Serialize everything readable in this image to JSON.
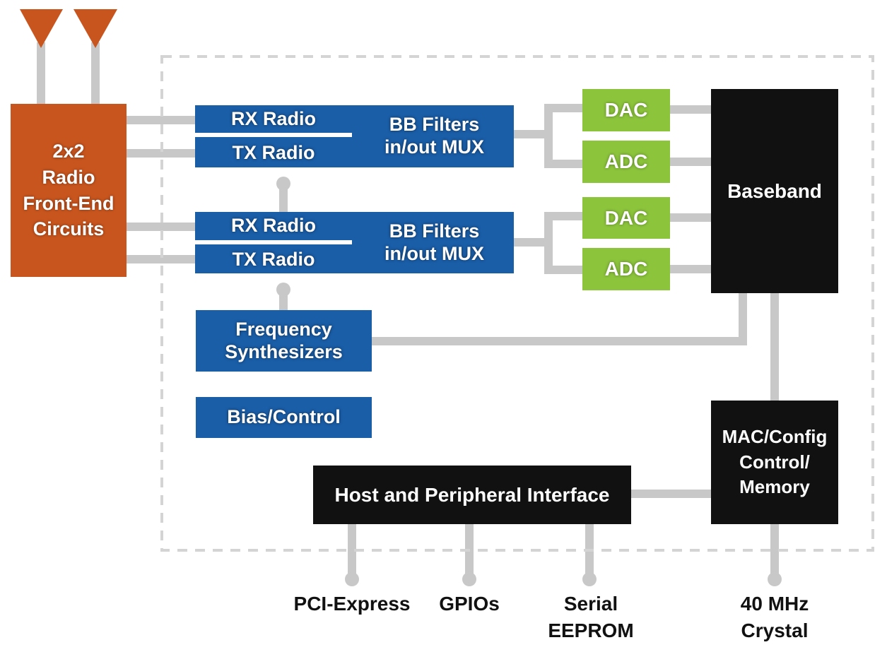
{
  "colors": {
    "front_end": "#c9551e",
    "radio_blocks": "#1a5ea8",
    "converters": "#8cc43c",
    "digital_blocks": "#111111",
    "wires": "#c8c8c8",
    "boundary": "#d4d4d4"
  },
  "front_end": {
    "label": "2x2\nRadio\nFront-End\nCircuits"
  },
  "chain_1": {
    "rx_label": "RX Radio",
    "tx_label": "TX Radio",
    "filter_label": "BB Filters\nin/out MUX"
  },
  "chain_2": {
    "rx_label": "RX Radio",
    "tx_label": "TX Radio",
    "filter_label": "BB Filters\nin/out MUX"
  },
  "converters": {
    "dac_1": "DAC",
    "adc_1": "ADC",
    "dac_2": "DAC",
    "adc_2": "ADC"
  },
  "synth": {
    "label": "Frequency\nSynthesizers"
  },
  "bias": {
    "label": "Bias/Control"
  },
  "baseband": {
    "label": "Baseband"
  },
  "mac": {
    "label": "MAC/Config\nControl/\nMemory"
  },
  "host": {
    "label": "Host and Peripheral Interface"
  },
  "external": {
    "pcie": "PCI-Express",
    "gpio": "GPIOs",
    "eeprom": "Serial\nEEPROM",
    "crystal": "40 MHz\nCrystal"
  }
}
